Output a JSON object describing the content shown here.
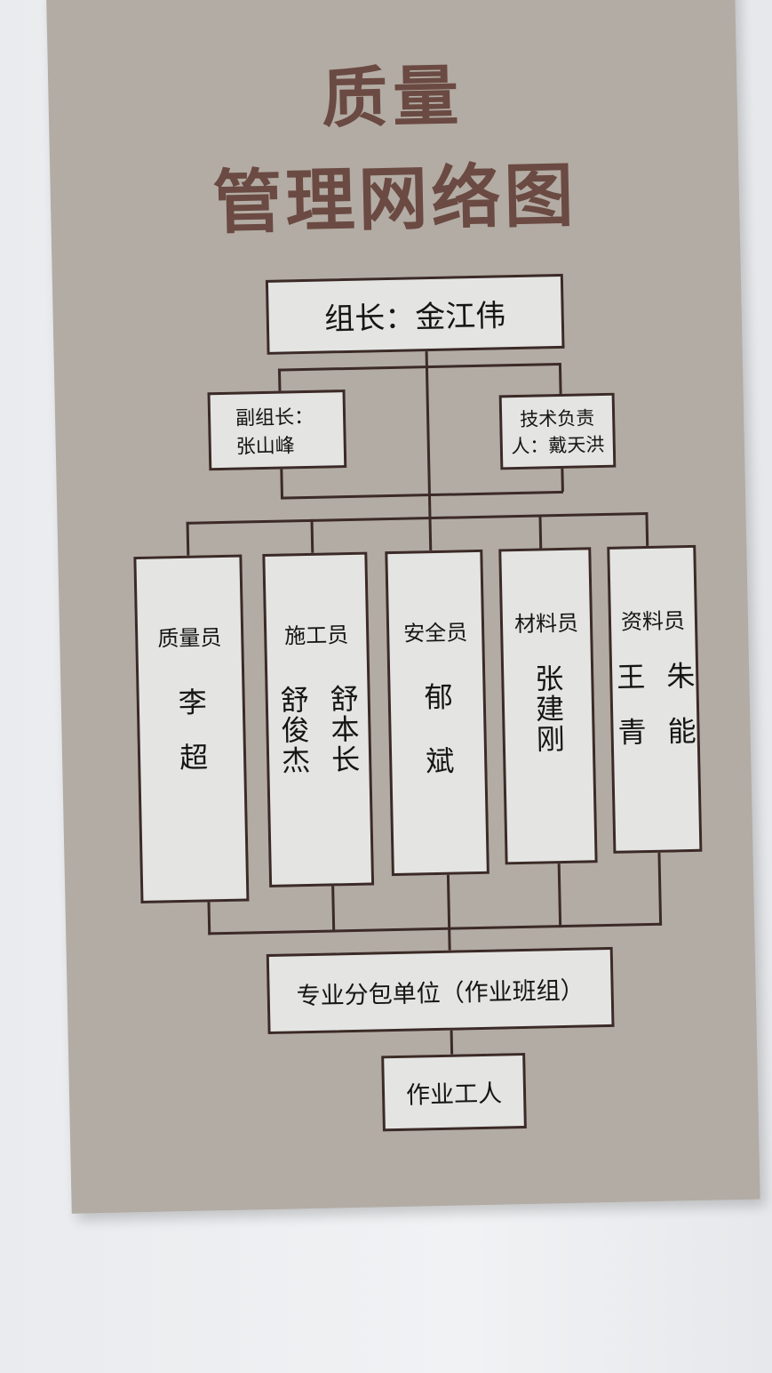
{
  "title": {
    "line1": "质量",
    "line2": "管理网络图"
  },
  "leader": "组长：金江伟",
  "deputy": {
    "line1": "副组长：",
    "line2": "张山峰"
  },
  "tech": {
    "line1": "技术负责",
    "line2": "人：戴天洪"
  },
  "members": [
    {
      "role": "质量员",
      "names": [
        "李超"
      ]
    },
    {
      "role": "施工员",
      "names": [
        "舒本长",
        "舒俊杰"
      ]
    },
    {
      "role": "安全员",
      "names": [
        "郁斌"
      ]
    },
    {
      "role": "材料员",
      "names": [
        "张建刚"
      ]
    },
    {
      "role": "资料员",
      "names": [
        "朱能",
        "王青"
      ]
    }
  ],
  "subcontractor": "专业分包单位（作业班组）",
  "workers": "作业工人",
  "colors": {
    "board": "#b3aca4",
    "title": "#6a4a42",
    "line": "#3b2a27",
    "box": "#e4e5e2"
  }
}
